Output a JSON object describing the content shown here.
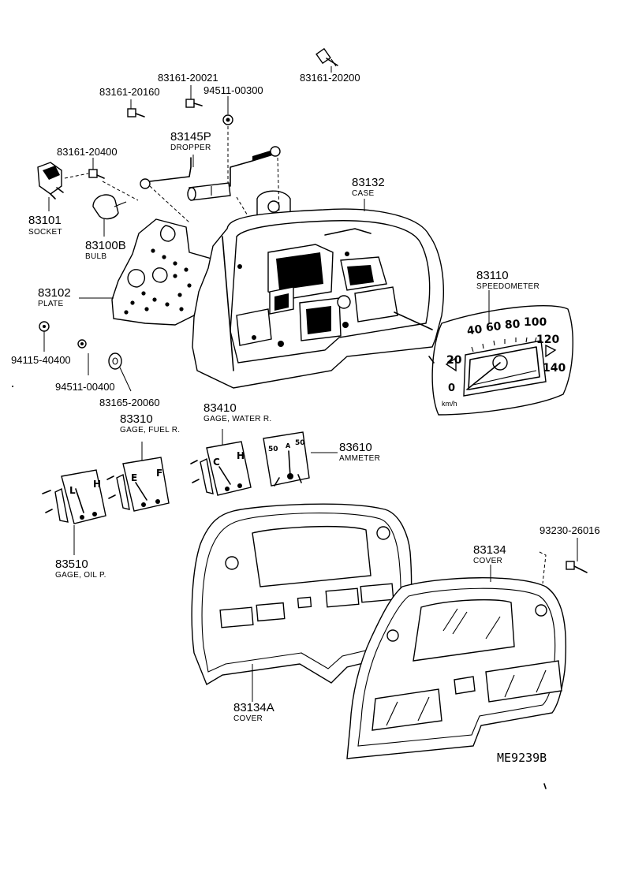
{
  "parts": {
    "p83161_20021": {
      "number": "83161-20021"
    },
    "p83161_20200": {
      "number": "83161-20200"
    },
    "p83161_20160": {
      "number": "83161-20160"
    },
    "p94511_00300": {
      "number": "94511-00300"
    },
    "p83145P": {
      "number": "83145P",
      "name": "DROPPER"
    },
    "p83161_20400": {
      "number": "83161-20400"
    },
    "p83101": {
      "number": "83101",
      "name": "SOCKET"
    },
    "p83100B": {
      "number": "83100B",
      "name": "BULB"
    },
    "p83132": {
      "number": "83132",
      "name": "CASE"
    },
    "p83102": {
      "number": "83102",
      "name": "PLATE"
    },
    "p83110": {
      "number": "83110",
      "name": "SPEEDOMETER"
    },
    "p94115_40400": {
      "number": "94115-40400"
    },
    "p94511_00400": {
      "number": "94511-00400"
    },
    "p83165_20060": {
      "number": "83165-20060"
    },
    "p83310": {
      "number": "83310",
      "name": "GAGE, FUEL R."
    },
    "p83410": {
      "number": "83410",
      "name": "GAGE, WATER R."
    },
    "p83610": {
      "number": "83610",
      "name": "AMMETER"
    },
    "p83510": {
      "number": "83510",
      "name": "GAGE, OIL P."
    },
    "p93230_26016": {
      "number": "93230-26016"
    },
    "p83134": {
      "number": "83134",
      "name": "COVER"
    },
    "p83134A": {
      "number": "83134A",
      "name": "COVER"
    }
  },
  "speedometer_dial": {
    "marks": [
      "40",
      "60",
      "80",
      "100",
      "120",
      "140",
      "20",
      "0"
    ],
    "unit": "km/h"
  },
  "gauge_faces": {
    "oil": {
      "low": "L",
      "high": "H"
    },
    "fuel": {
      "empty": "E",
      "full": "F"
    },
    "water": {
      "cold": "C",
      "hot": "H"
    },
    "ammeter": {
      "left": "50",
      "center": "A",
      "right": "50"
    }
  },
  "reference_code": "ME9239B"
}
